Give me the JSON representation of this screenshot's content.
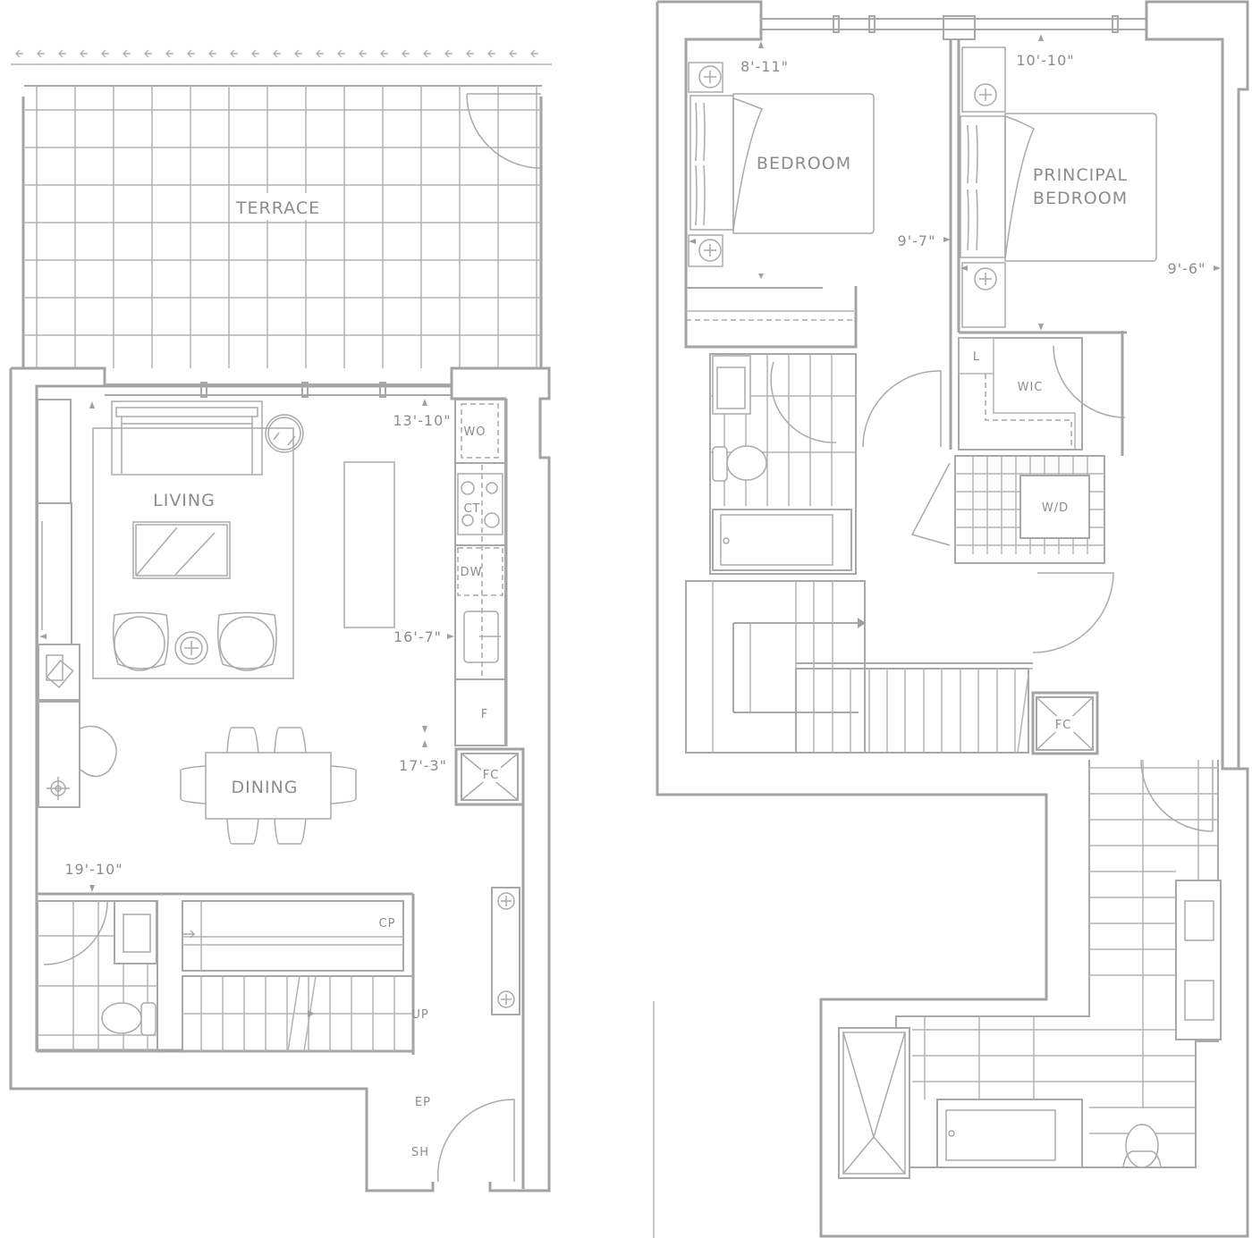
{
  "lower_level": {
    "rooms": {
      "terrace": "TERRACE",
      "living": "LIVING",
      "dining": "DINING"
    },
    "dimensions": {
      "living_width": "13'-10\"",
      "living_depth": "16'-7\"",
      "dining_depth": "17'-3\"",
      "overall": "19'-10\""
    },
    "tags": {
      "wall_oven": "WO",
      "cooktop": "CT",
      "dishwasher": "DW",
      "fridge": "F",
      "fan_coil": "FC",
      "closet_pantry": "CP",
      "stair_up": "UP",
      "electrical_panel": "EP",
      "shelf": "SH"
    }
  },
  "upper_level": {
    "rooms": {
      "bedroom": "BEDROOM",
      "principal_bedroom_line1": "PRINCIPAL",
      "principal_bedroom_line2": "BEDROOM"
    },
    "dimensions": {
      "bedroom_width": "8'-11\"",
      "bedroom_depth": "9'-7\"",
      "principal_width": "10'-10\"",
      "principal_depth": "9'-6\""
    },
    "tags": {
      "linen": "L",
      "walk_in_closet": "WIC",
      "washer_dryer": "W/D",
      "fan_coil": "FC"
    }
  },
  "colors": {
    "line": "#a3a3a3",
    "text": "#8c8c8c",
    "background": "#ffffff"
  }
}
